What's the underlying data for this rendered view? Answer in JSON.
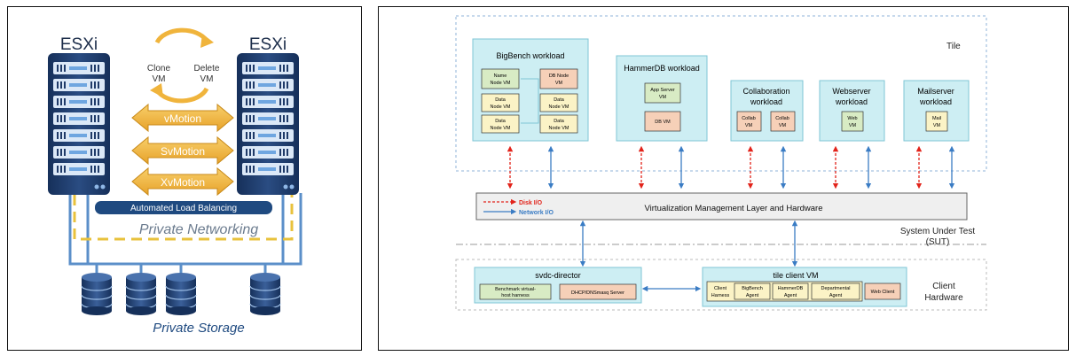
{
  "left": {
    "esxi_left_label": "ESXi",
    "esxi_right_label": "ESXi",
    "clone_label_1": "Clone",
    "clone_label_2": "VM",
    "delete_label_1": "Delete",
    "delete_label_2": "VM",
    "vmotion": "vMotion",
    "svmotion": "SvMotion",
    "xvmotion": "XvMotion",
    "load_balancing": "Automated Load Balancing",
    "private_networking": "Private Networking",
    "private_storage": "Private Storage",
    "colors": {
      "server": "#1f3a68",
      "arrow": "#f0b43c",
      "network": "#5b8fc9",
      "dashed": "#e8c23c"
    }
  },
  "right": {
    "tile_label": "Tile",
    "bigbench": {
      "title": "BigBench workload",
      "name_node": [
        "Name",
        "Node VM"
      ],
      "db_node": [
        "DB Node",
        "VM"
      ],
      "data_node": [
        "Data",
        "Node VM"
      ]
    },
    "hammerdb": {
      "title": "HammerDB workload",
      "app_server": [
        "App Server",
        "VM"
      ],
      "db_vm": "DB VM"
    },
    "collaboration": {
      "title_1": "Collaboration",
      "title_2": "workload",
      "collab": [
        "Collab",
        "VM"
      ]
    },
    "webserver": {
      "title_1": "Webserver",
      "title_2": "workload",
      "web": [
        "Web",
        "VM"
      ]
    },
    "mailserver": {
      "title_1": "Mailserver",
      "title_2": "workload",
      "mail": [
        "Mail",
        "VM"
      ]
    },
    "legend_disk": "Disk I/O",
    "legend_network": "Network I/O",
    "virtualization_layer": "Virtualization Management Layer and Hardware",
    "sut_1": "System Under Test",
    "sut_2": "(SUT)",
    "svdc_director": "svdc-director",
    "benchmark_harness": [
      "Benchmark virtual-",
      "host harness"
    ],
    "dhcp_server": "DHCP/DNSmasq Server",
    "tile_client_vm": "tile client VM",
    "client_harness": [
      "Client",
      "Harness"
    ],
    "bigbench_agent": [
      "BigBench",
      "Agent"
    ],
    "hammerdb_agent": [
      "HammerDB",
      "Agent"
    ],
    "departmental_agent": [
      "Departmental",
      "Agent"
    ],
    "web_client": "Web Client",
    "client_hardware_1": "Client",
    "client_hardware_2": "Hardware",
    "colors": {
      "workload_fill": "#cdeef3",
      "workload_border": "#7fc6d4",
      "green": "#d8ebc4",
      "salmon": "#f6d0b8",
      "yellow": "#fbf3c6",
      "disk": "#e2231a",
      "network": "#3a7cc4"
    }
  }
}
